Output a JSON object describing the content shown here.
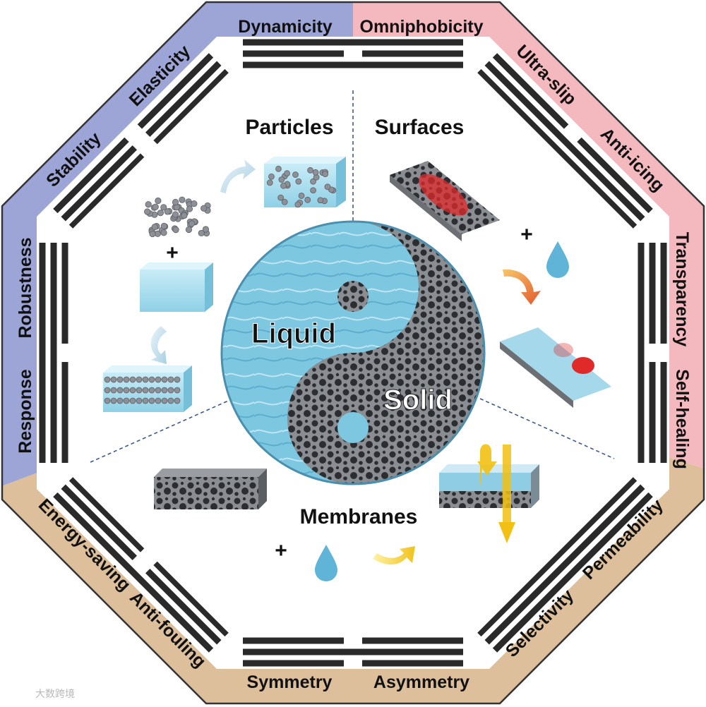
{
  "colors": {
    "blue_band": "#9ca5d6",
    "pink_band": "#f4b9bf",
    "tan_band": "#ddbf9c",
    "white_band": "#ffffff",
    "liquid": "#7ec7e0",
    "solid": "#55585d",
    "trigram": "#2a2a2a"
  },
  "rim": {
    "dynamicity": "Dynamicity",
    "omniphobicity": "Omniphobicity",
    "ultra_slip": "Ultra-slip",
    "anti_icing": "Anti-icing",
    "transparency": "Transparency",
    "self_healing": "Self-healing",
    "permeability": "Permeability",
    "selectivity": "Selectivity",
    "asymmetry": "Asymmetry",
    "symmetry": "Symmetry",
    "anti_fouling": "Anti-fouling",
    "energy_saving": "Energy-saving",
    "response": "Response",
    "robustness": "Robustness",
    "stability": "Stability",
    "elasticity": "Elasticity"
  },
  "sections": {
    "particles": "Particles",
    "surfaces": "Surfaces",
    "membranes": "Membranes"
  },
  "core": {
    "liquid": "Liquid",
    "solid": "Solid"
  },
  "plus_sign": "+",
  "watermark": "大数跨境"
}
